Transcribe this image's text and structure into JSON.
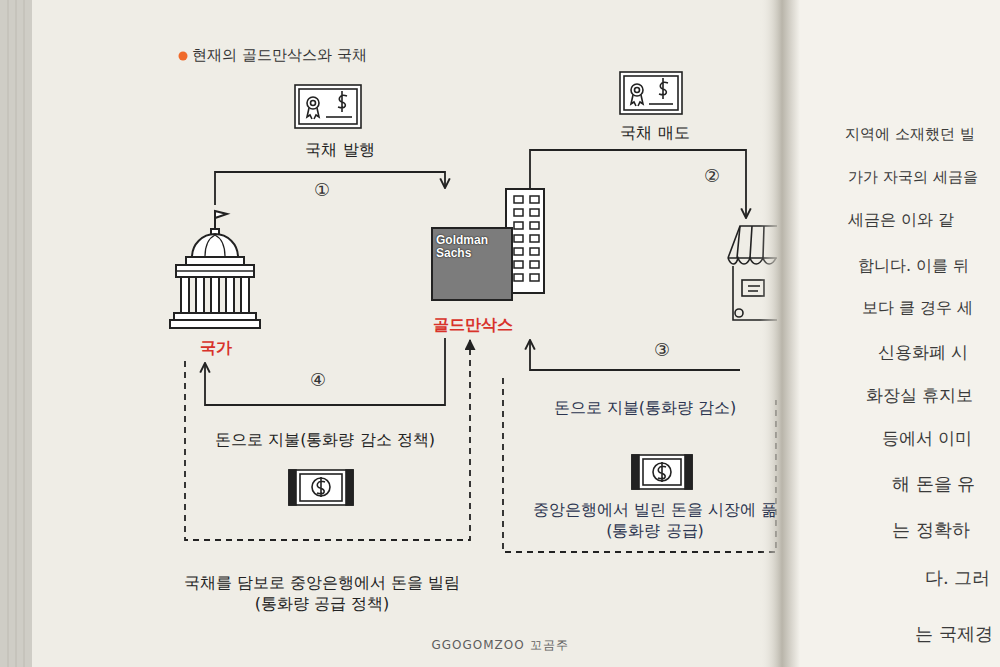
{
  "diagram": {
    "title": "현재의 골드만삭스와 국채",
    "nodes": [
      {
        "text": [
          "국가"
        ]
      },
      {
        "text": [
          "Goldman Sachs",
          "골드만삭스"
        ]
      }
    ],
    "edges": [
      {
        "from": 0,
        "to": 1,
        "arrow": "to",
        "label": "국채 발행"
      },
      {
        "from": 1,
        "to": 0,
        "arrow": "to",
        "label": "돈으로 지불(통화량 감소 정책)"
      },
      {
        "from": 0,
        "to": 1,
        "arrow": "to",
        "label": "국채를 담보로 중앙은행에서 돈을 빌림 (통화량 공급 정책)"
      }
    ],
    "labels": [
      "①",
      "④",
      "국채 매도",
      "②",
      "③",
      "돈으로 지불(통화량 감소)",
      "중앙은행에서 빌린 돈을 시장에 풂 (통화량 공급)",
      "지역에 소재했던 빌",
      "가가 자국의 세금을",
      "세금은 이와 같",
      "합니다. 이를 뒤",
      "보다 클 경우 세",
      "신용화폐 시",
      "화장실 휴지보",
      "등에서 이미",
      "해 돈을 유",
      "는 정확하",
      "다. 그러",
      "는 국제경",
      "GGOGOMZOO 꼬곰주"
    ]
  }
}
